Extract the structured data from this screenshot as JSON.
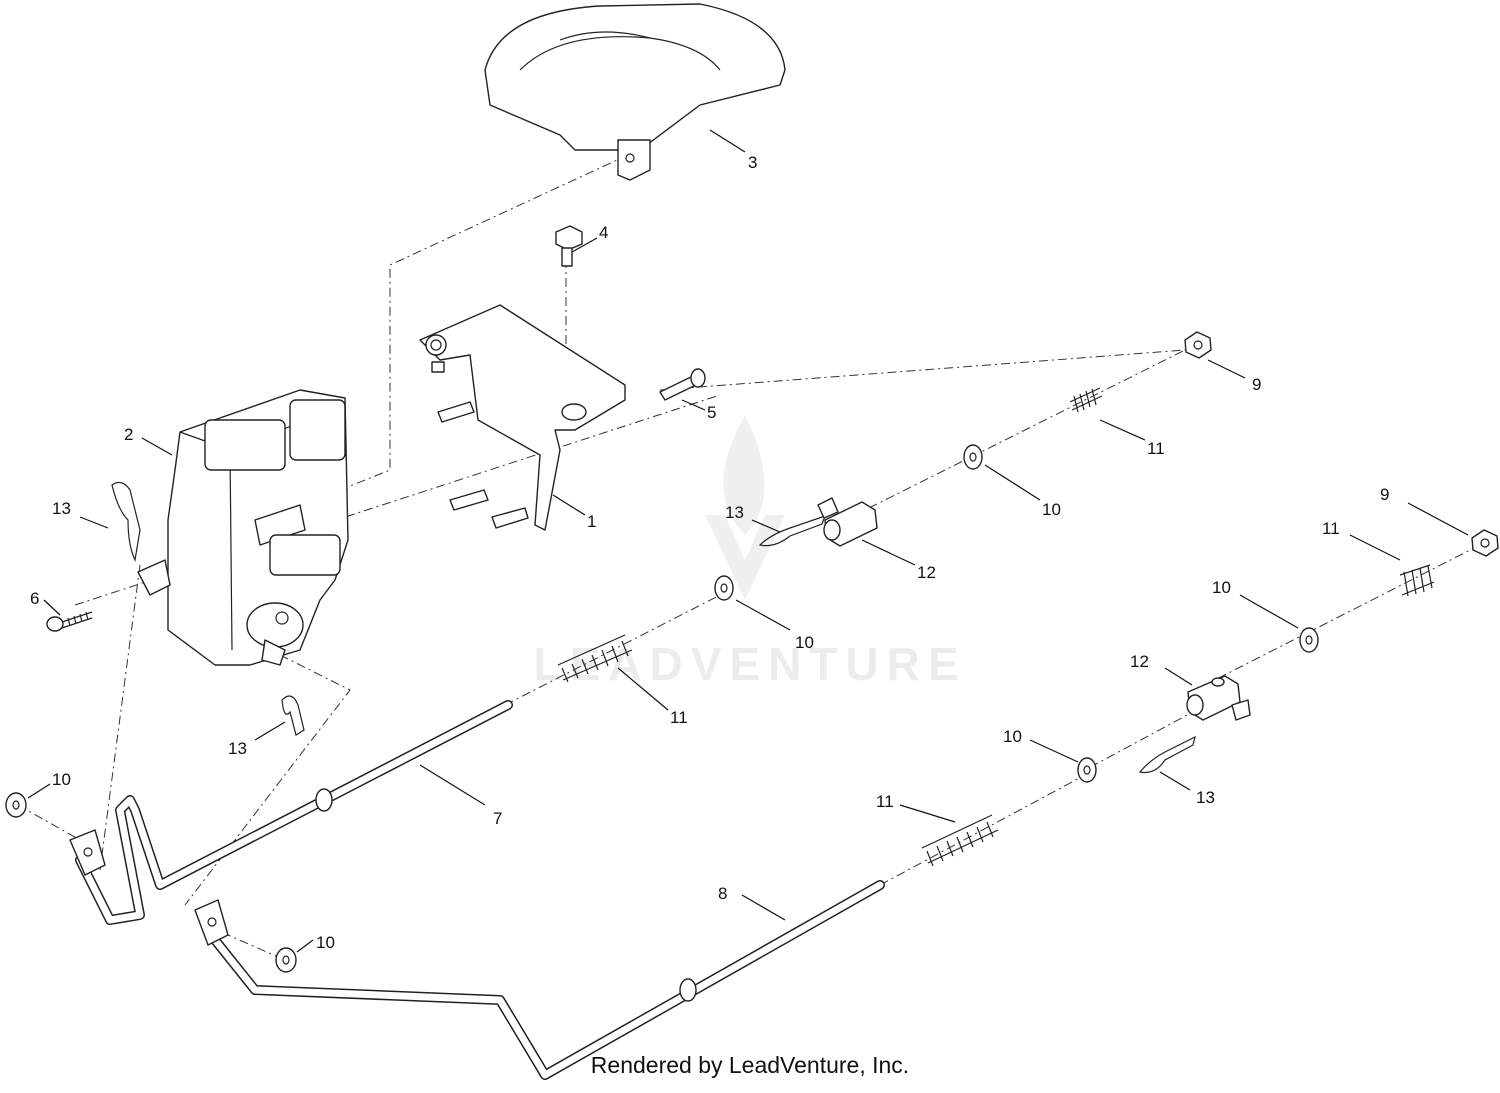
{
  "watermark": {
    "text": "LEADVENTURE"
  },
  "credit": {
    "text": "Rendered by LeadVenture, Inc."
  },
  "callouts": [
    {
      "id": "c3",
      "label": "3"
    },
    {
      "id": "c4",
      "label": "4"
    },
    {
      "id": "c5",
      "label": "5"
    },
    {
      "id": "c2",
      "label": "2"
    },
    {
      "id": "c1",
      "label": "1"
    },
    {
      "id": "c9a",
      "label": "9"
    },
    {
      "id": "c11a",
      "label": "11"
    },
    {
      "id": "c10a",
      "label": "10"
    },
    {
      "id": "c13a",
      "label": "13"
    },
    {
      "id": "c12a",
      "label": "12"
    },
    {
      "id": "c9b",
      "label": "9"
    },
    {
      "id": "c11b",
      "label": "11"
    },
    {
      "id": "c10b",
      "label": "10"
    },
    {
      "id": "c13b",
      "label": "13"
    },
    {
      "id": "c6",
      "label": "6"
    },
    {
      "id": "c10c",
      "label": "10"
    },
    {
      "id": "c12b",
      "label": "12"
    },
    {
      "id": "c11c",
      "label": "11"
    },
    {
      "id": "c13c",
      "label": "13"
    },
    {
      "id": "c10d",
      "label": "10"
    },
    {
      "id": "c10e",
      "label": "10"
    },
    {
      "id": "c7",
      "label": "7"
    },
    {
      "id": "c13d",
      "label": "13"
    },
    {
      "id": "c11d",
      "label": "11"
    },
    {
      "id": "c8",
      "label": "8"
    },
    {
      "id": "c10f",
      "label": "10"
    }
  ]
}
